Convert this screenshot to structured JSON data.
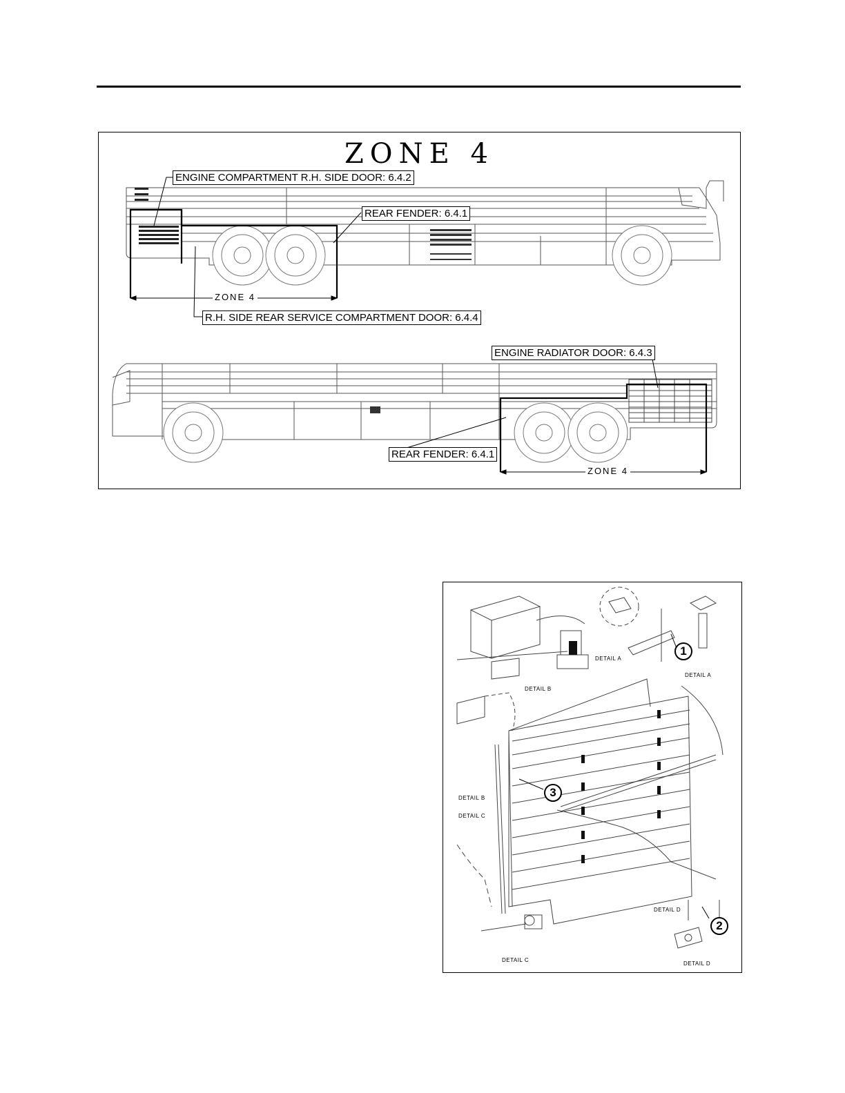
{
  "zone_diagram": {
    "title": "ZONE 4",
    "callouts": {
      "engine_door": "ENGINE COMPARTMENT R.H. SIDE DOOR: 6.4.2",
      "rear_fender_top": "REAR FENDER: 6.4.1",
      "service_door": "R.H. SIDE REAR SERVICE COMPARTMENT DOOR: 6.4.4",
      "radiator_door": "ENGINE RADIATOR DOOR: 6.4.3",
      "rear_fender_bottom": "REAR FENDER: 6.4.1"
    },
    "dimension_top": "ZONE 4",
    "dimension_bottom": "ZONE 4"
  },
  "door_diagram": {
    "labels": {
      "detail_a_top": "DETAIL A",
      "detail_a_right": "DETAIL A",
      "detail_b_top": "DETAIL B",
      "detail_b_left": "DETAIL B",
      "detail_c_left": "DETAIL C",
      "detail_c_bottom": "DETAIL C",
      "detail_d_mid": "DETAIL D",
      "detail_d_bottom": "DETAIL D"
    },
    "callout_numbers": [
      "1",
      "2",
      "3"
    ]
  }
}
